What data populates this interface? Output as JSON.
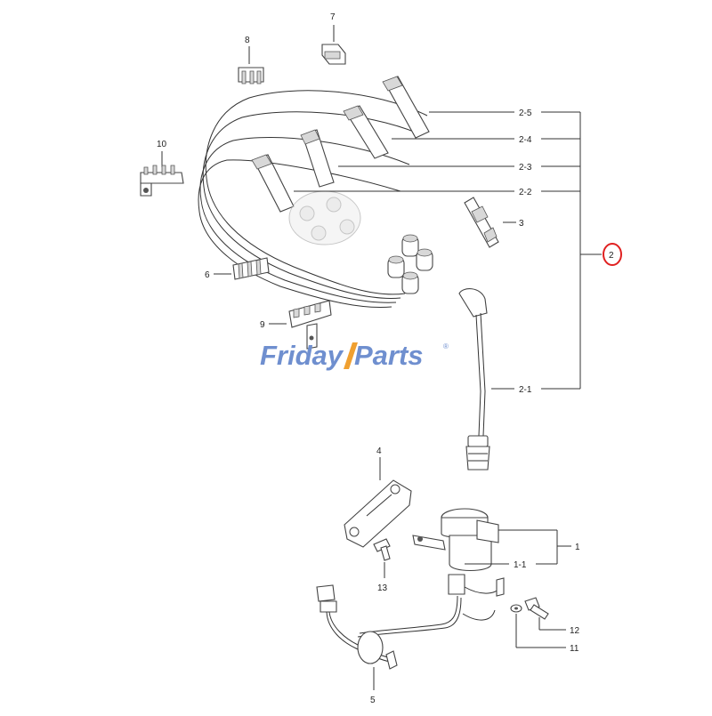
{
  "labels": {
    "p7": "7",
    "p8": "8",
    "p10": "10",
    "p6": "6",
    "p9": "9",
    "p3": "3",
    "p2": "2",
    "p2_5": "2-5",
    "p2_4": "2-4",
    "p2_3": "2-3",
    "p2_2": "2-2",
    "p2_1": "2-1",
    "p4": "4",
    "p1": "1",
    "p1_1": "1-1",
    "p13": "13",
    "p12": "12",
    "p11": "11",
    "p5": "5"
  },
  "watermark": {
    "friday": "Friday",
    "parts": "Parts",
    "reg": "®"
  },
  "colors": {
    "watermark_blue": "#6f8fcf",
    "watermark_orange": "#f0a030",
    "highlight_circle": "#e02020"
  }
}
